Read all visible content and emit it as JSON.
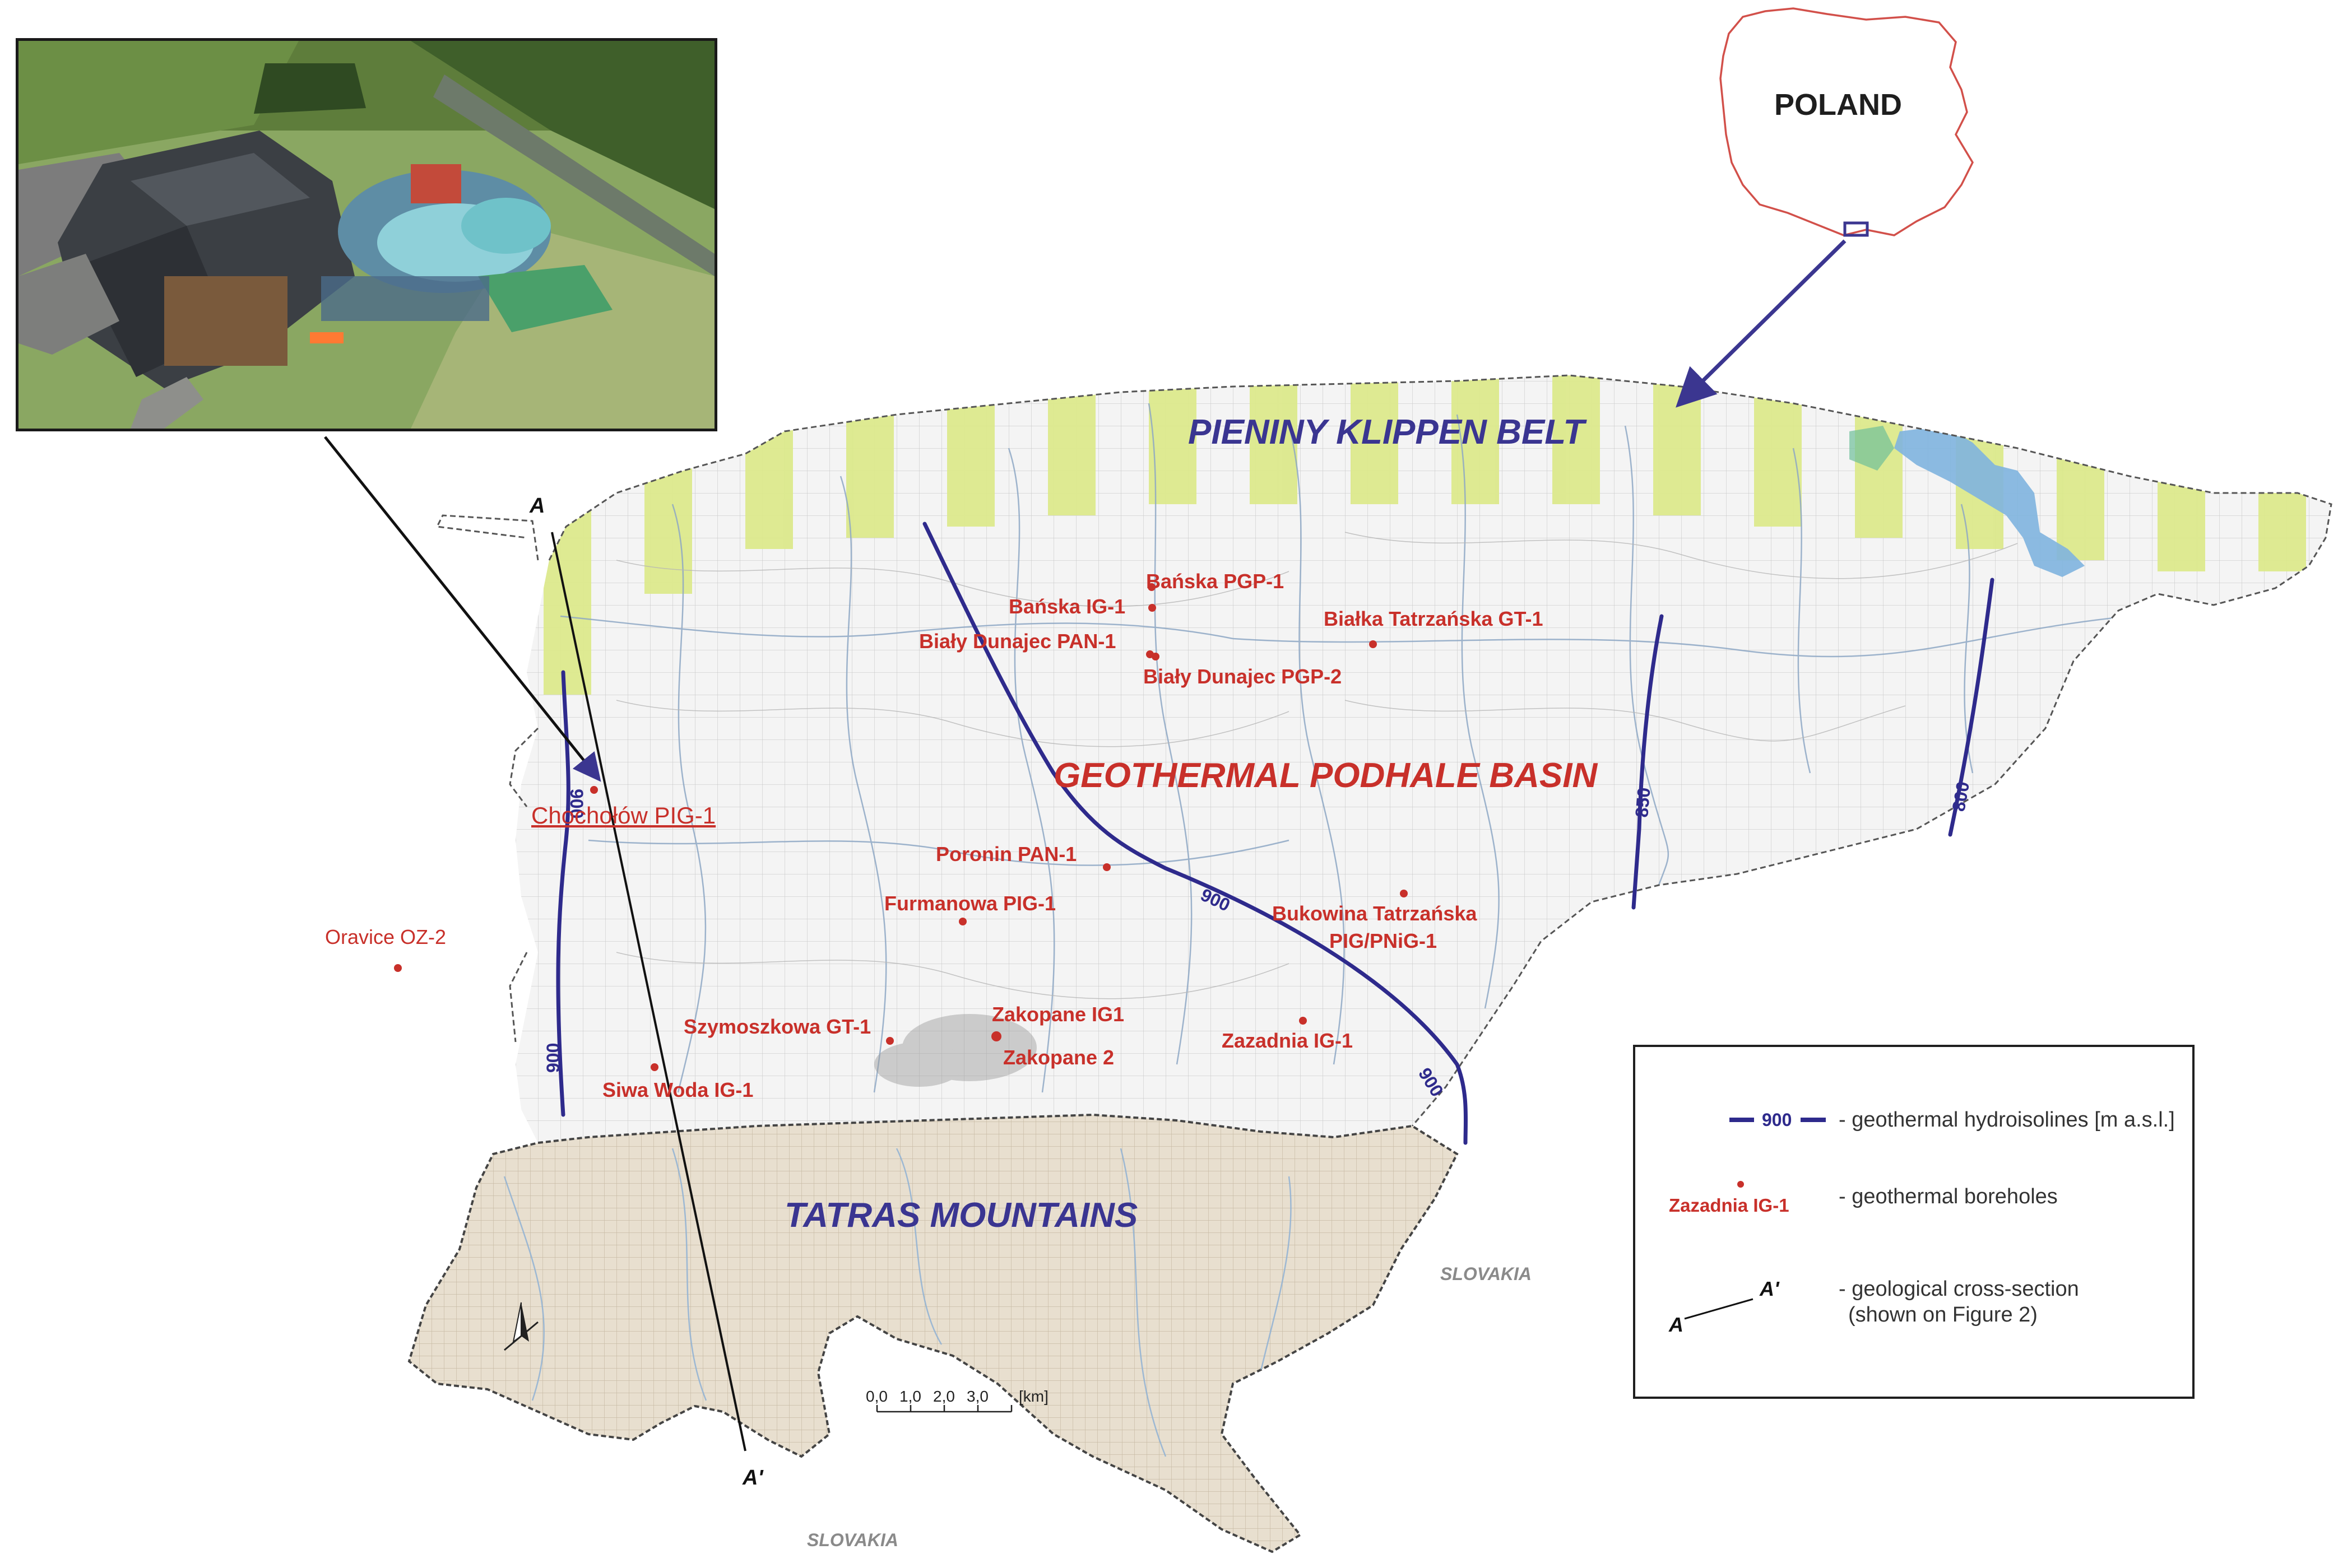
{
  "regions": {
    "pieniny": "PIENINY KLIPPEN BELT",
    "podhale": "GEOTHERMAL PODHALE BASIN",
    "tatras": "TATRAS MOUNTAINS"
  },
  "country": {
    "name": "POLAND",
    "slovakia_east": "SLOVAKIA",
    "slovakia_south": "SLOVAKIA"
  },
  "cross_section": {
    "start": "A",
    "end": "A'"
  },
  "isolines": {
    "w": "900",
    "w2": "900",
    "c": "900",
    "c2": "900",
    "e1": "850",
    "e2": "800"
  },
  "boreholes": [
    {
      "label": "Bańska PGP-1"
    },
    {
      "label": "Bańska IG-1"
    },
    {
      "label": "Biały Dunajec PAN-1"
    },
    {
      "label": "Biały Dunajec PGP-2"
    },
    {
      "label": "Białka Tatrzańska GT-1"
    },
    {
      "label": "Chochołów PIG-1"
    },
    {
      "label": "Poronin PAN-1"
    },
    {
      "label": "Furmanowa PIG-1"
    },
    {
      "label": "Bukowina Tatrzańska"
    },
    {
      "label": "PIG/PNiG-1"
    },
    {
      "label": "Oravice OZ-2"
    },
    {
      "label": "Szymoszkowa GT-1"
    },
    {
      "label": "Zakopane IG1"
    },
    {
      "label": "Zakopane 2"
    },
    {
      "label": "Zazadnia IG-1"
    },
    {
      "label": "Siwa Woda IG-1"
    }
  ],
  "scale_bar": {
    "ticks": [
      "0,0",
      "1,0",
      "2,0",
      "3,0"
    ],
    "unit": "[km]"
  },
  "legend": {
    "line_sample": "900",
    "hydroisolines": "- geothermal hydroisolines [m a.s.l.]",
    "borehole_sample": "Zazadnia IG-1",
    "boreholes": "- geothermal boreholes",
    "section_a": "A",
    "section_a2": "A'",
    "cross_section_1": "- geological cross-section",
    "cross_section_2": "(shown on Figure 2)"
  },
  "colors": {
    "isoline": "#2e2a8c",
    "borehole": "#c8302a",
    "region_label": "#3a3591",
    "basin_label": "#c8302a",
    "klippen_band": "#dde98f",
    "tatras_fill": "#e6dccb",
    "lake": "#7fb4df",
    "poland_outline": "#d2504a"
  }
}
